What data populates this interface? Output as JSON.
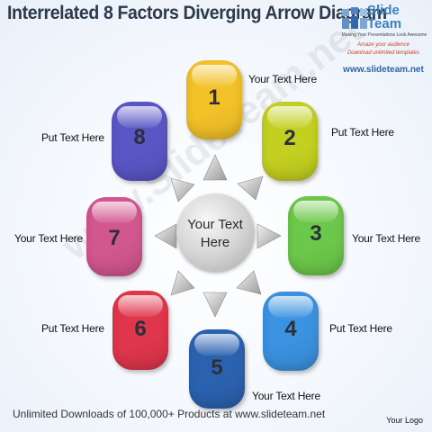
{
  "title": "Interrelated 8 Factors Diverging Arrow Diagram",
  "logo": {
    "name": "Slide Team",
    "tagline": "Making Your Presentations Look Awesome",
    "line1": "Amaze your audience",
    "line2": "Download unlimited templates",
    "url": "www.slideteam.net"
  },
  "center_text": "Your Text Here",
  "tiles": [
    {
      "number": "1",
      "label": "Your Text Here",
      "color": "#f3c128"
    },
    {
      "number": "2",
      "label": "Put Text Here",
      "color": "#c4d021"
    },
    {
      "number": "3",
      "label": "Your Text Here",
      "color": "#6cc84a"
    },
    {
      "number": "4",
      "label": "Put Text Here",
      "color": "#3b92e0"
    },
    {
      "number": "5",
      "label": "Your Text Here",
      "color": "#2b62b0"
    },
    {
      "number": "6",
      "label": "Put Text Here",
      "color": "#e0364b"
    },
    {
      "number": "7",
      "label": "Your Text Here",
      "color": "#d2578f"
    },
    {
      "number": "8",
      "label": "Put Text Here",
      "color": "#5a56c6"
    }
  ],
  "watermark": "www.SlideTeam.net",
  "footer": "Unlimited Downloads of 100,000+ Products at www.slideteam.net",
  "your_logo": "Your Logo"
}
